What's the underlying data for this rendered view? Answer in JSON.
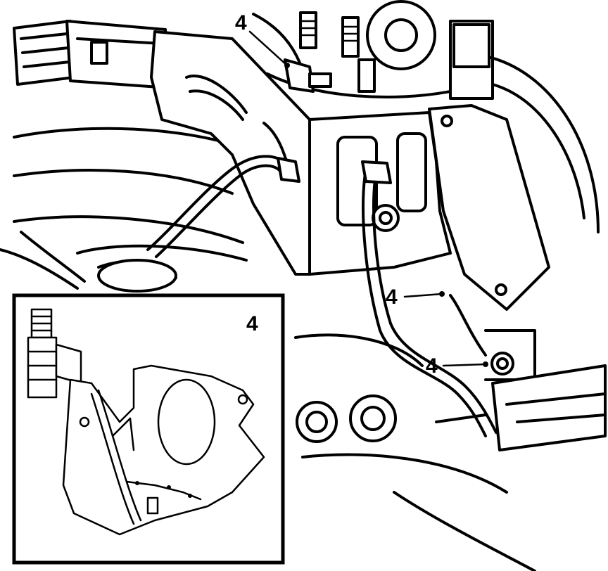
{
  "diagram": {
    "callouts": {
      "top": "4",
      "right_upper": "4",
      "right_lower": "4",
      "inset": "4"
    }
  }
}
